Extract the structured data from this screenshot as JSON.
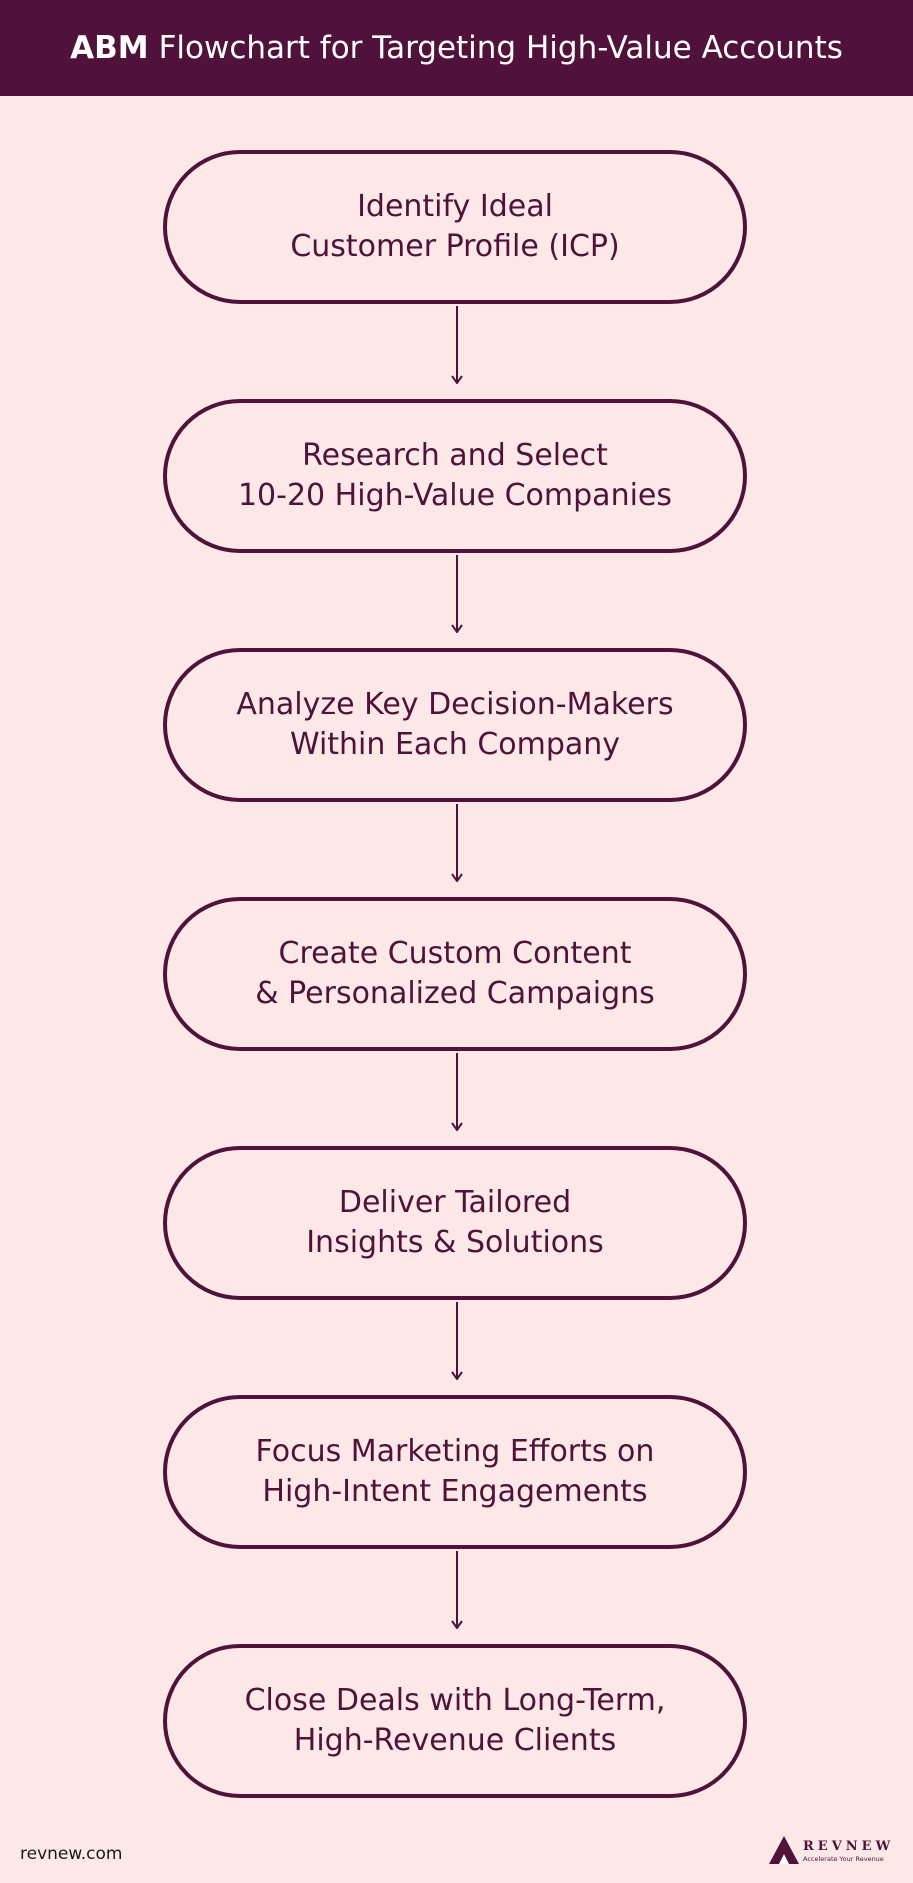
{
  "header": {
    "title_bold": "ABM",
    "title_rest": "Flowchart for Targeting High-Value Accounts"
  },
  "steps": [
    {
      "label": "Identify Ideal\nCustomer Profile (ICP)"
    },
    {
      "label": "Research and Select\n10-20 High-Value Companies"
    },
    {
      "label": "Analyze Key Decision-Makers\nWithin Each Company"
    },
    {
      "label": "Create Custom Content\n& Personalized Campaigns"
    },
    {
      "label": "Deliver Tailored\nInsights & Solutions"
    },
    {
      "label": "Focus Marketing Efforts on\nHigh-Intent Engagements"
    },
    {
      "label": "Close Deals with Long-Term,\nHigh-Revenue Clients"
    }
  ],
  "footer": {
    "url": "revnew.com",
    "logo_name": "REVNEW",
    "logo_tagline": "Accelerate Your Revenue"
  },
  "colors": {
    "background": "#fce8e6",
    "accent": "#50123a"
  }
}
